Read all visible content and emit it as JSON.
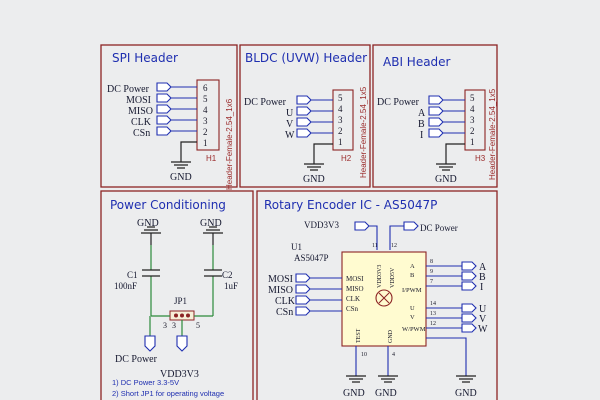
{
  "spi": {
    "title": "SPI Header",
    "nets": [
      "DC Power",
      "MOSI",
      "MISO",
      "CLK",
      "CSn"
    ],
    "pins": [
      "6",
      "5",
      "4",
      "3",
      "2",
      "1"
    ],
    "ref": "H1",
    "value": "Header-Female-2.54_1x6",
    "gnd": "GND"
  },
  "bldc": {
    "title": "BLDC (UVW) Header",
    "nets": [
      "DC Power",
      "U",
      "V",
      "W"
    ],
    "pins": [
      "5",
      "4",
      "3",
      "2",
      "1"
    ],
    "ref": "H2",
    "value": "Header-Female-2.54_1x5",
    "gnd": "GND"
  },
  "abi": {
    "title": "ABI Header",
    "nets": [
      "DC Power",
      "A",
      "B",
      "I"
    ],
    "pins": [
      "5",
      "4",
      "3",
      "2",
      "1"
    ],
    "ref": "H3",
    "value": "Header-Female-2.54_1x5",
    "gnd": "GND"
  },
  "power": {
    "title": "Power Conditioning",
    "gnd1": "GND",
    "gnd2": "GND",
    "c1_ref": "C1",
    "c1_value": "100nF",
    "c2_ref": "C2",
    "c2_value": "1uF",
    "jp_ref": "JP1",
    "jp_pin3": "3",
    "jp_pin3b": "3",
    "jp_pin5": "5",
    "net_dc": "DC Power",
    "net_vdd": "VDD3V3",
    "notes": [
      "1) DC Power 3.3-5V",
      "2) Short JP1 for operating voltage"
    ]
  },
  "encoder": {
    "title": "Rotary Encoder IC - AS5047P",
    "ref": "U1",
    "value": "AS5047P",
    "net_vdd": "VDD3V3",
    "net_dc": "DC Power",
    "left_nets": [
      "MOSI",
      "MISO",
      "CLK",
      "CSn"
    ],
    "left_pins": [
      "MOSI",
      "MISO",
      "CLK",
      "CSn"
    ],
    "top_pins": [
      "VDD3V3",
      "VDD5V"
    ],
    "top_nums": [
      "11",
      "12"
    ],
    "right_pins": [
      "A",
      "B",
      "I/PWM",
      "U",
      "V",
      "W/PWM"
    ],
    "right_nums": [
      "8",
      "9",
      "7",
      "14",
      "13",
      "12"
    ],
    "right_nets": [
      "A",
      "B",
      "I",
      "U",
      "V",
      "W"
    ],
    "bottom_pins": [
      "TEST",
      "GND"
    ],
    "bottom_nums": [
      "10",
      "4"
    ],
    "gnd1": "GND",
    "gnd2": "GND",
    "gnd3": "GND"
  }
}
